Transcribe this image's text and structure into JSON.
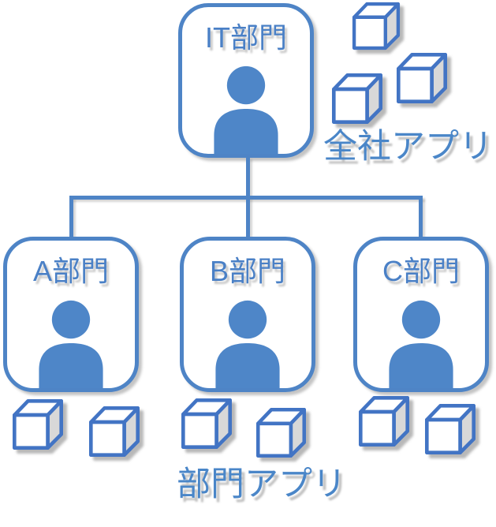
{
  "diagram": {
    "root": {
      "label": "IT部門",
      "icon": "person-icon"
    },
    "departments": [
      {
        "label": "A部門",
        "icon": "person-icon"
      },
      {
        "label": "B部門",
        "icon": "person-icon"
      },
      {
        "label": "C部門",
        "icon": "person-icon"
      }
    ],
    "company_apps_label": "全社アプリ",
    "dept_apps_label": "部門アプリ",
    "company_apps_cube_count": 3,
    "dept_apps_cube_counts": [
      2,
      2,
      2
    ],
    "colors": {
      "accent_blue": "#4e84c6",
      "label_blue": "#4a86c8",
      "cube_outline": "#4274c4",
      "cube_side_gray": "#d8d8d8",
      "background": "#ffffff"
    }
  }
}
